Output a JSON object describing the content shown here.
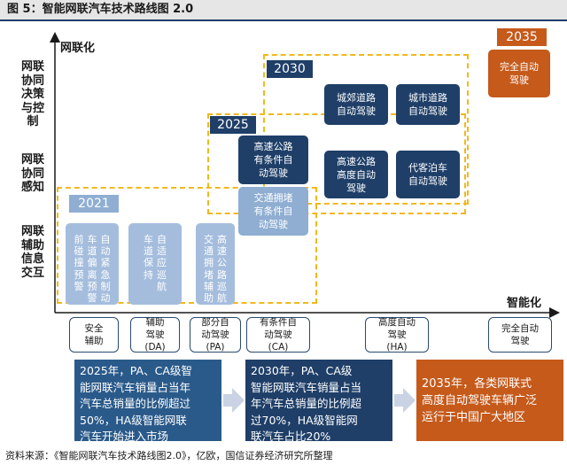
{
  "figure": {
    "title": "图 5：智能网联汽车技术路线图 2.0"
  },
  "axes": {
    "y_title": "网联化",
    "x_title": "智能化"
  },
  "y_levels": [
    "网联\n协同\n决策\n与控\n制",
    "网联\n协同\n感知",
    "网联\n辅助\n信息\n交互"
  ],
  "years": [
    "2021",
    "2025",
    "2030",
    "2035"
  ],
  "stage_2021": [
    {
      "cols": [
        "前碰撞预警",
        "车道偏离预警",
        "自动紧急制动"
      ]
    },
    {
      "cols": [
        "车道保持",
        "自适应巡航"
      ]
    },
    {
      "cols": [
        "交通拥堵辅助",
        "高速公路巡航"
      ]
    }
  ],
  "stage_2025": {
    "top": "高速公路\n有条件自\n动驾驶",
    "bottom": "交通拥堵\n有条件自\n动驾驶"
  },
  "stage_2030": {
    "top_left": "城郊道路\n自动驾驶",
    "top_right": "城市道路\n自动驾驶",
    "bottom_left": "高速公路\n高度自动\n驾驶",
    "bottom_right": "代客泊车\n自动驾驶"
  },
  "stage_2035": {
    "box": "完全自动\n驾驶"
  },
  "x_levels": [
    "安全\n辅助",
    "辅助\n驾驶\n(DA)",
    "部分自\n动驾驶\n(PA)",
    "有条件自\n动驾驶\n(CA)",
    "高度自动\n驾驶\n(HA)",
    "完全自动\n驾驶"
  ],
  "summaries": [
    "2025年，PA、CA级智\n能网联汽车销量占当年\n汽车总销量的比例超过\n50%，HA级智能网联\n汽车开始进入市场",
    "2030年，PA、CA级\n智能网联汽车销量占当\n年汽车总销量的比例超\n过70%，HA级智能网\n联汽车占比20%",
    "2035年，各类网联式\n高度自动驾驶车辆广泛\n运行于中国广大地区"
  ],
  "source": "资料来源：《智能网联汽车技术路线图2.0》，亿欧，国信证券经济研究所整理",
  "colors": {
    "dark_blue": "#1f3f68",
    "light_blue": "#8faed2",
    "orange": "#c55a1b",
    "dashed": "#f2b81c",
    "arrow": "#c9d3e3"
  }
}
